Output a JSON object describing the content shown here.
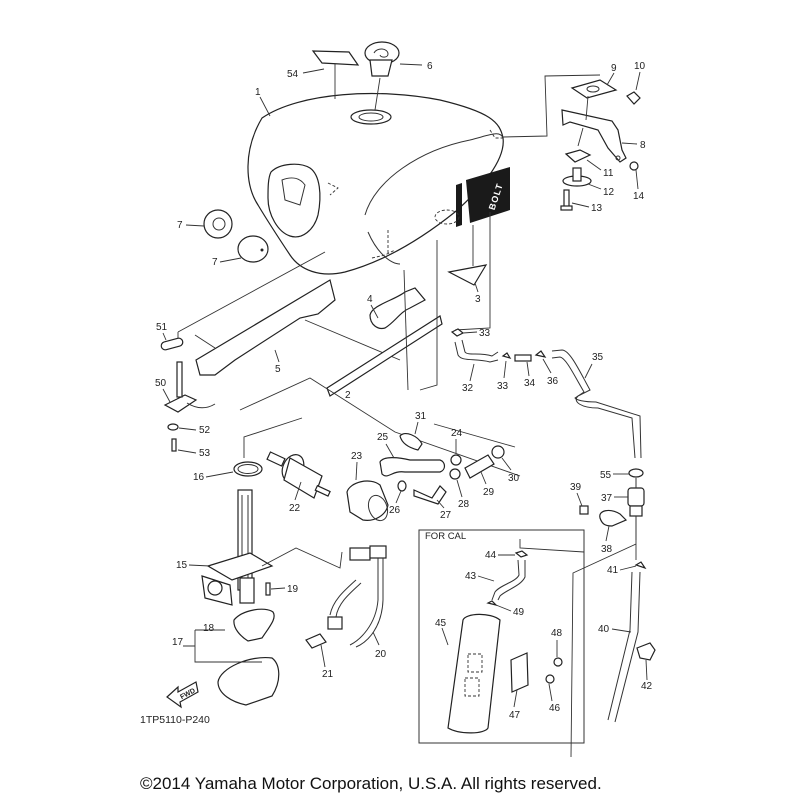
{
  "diagram": {
    "brand_logo_text": "BOLT",
    "fwd_marker": "FWD",
    "inset_title": "FOR CAL",
    "diagram_code": "1TP5110-P240",
    "copyright": "©2014 Yamaha Motor Corporation, U.S.A. All rights reserved."
  },
  "callouts": {
    "c1": "1",
    "c2": "2",
    "c3": "3",
    "c4": "4",
    "c5": "5",
    "c6": "6",
    "c7a": "7",
    "c7b": "7",
    "c8": "8",
    "c9": "9",
    "c10": "10",
    "c11": "11",
    "c12": "12",
    "c13": "13",
    "c14": "14",
    "c15": "15",
    "c16": "16",
    "c17": "17",
    "c18": "18",
    "c19": "19",
    "c20": "20",
    "c21": "21",
    "c22": "22",
    "c23": "23",
    "c24": "24",
    "c25": "25",
    "c26": "26",
    "c27": "27",
    "c28": "28",
    "c29": "29",
    "c30": "30",
    "c31": "31",
    "c32": "32",
    "c33a": "33",
    "c33b": "33",
    "c34": "34",
    "c35": "35",
    "c36": "36",
    "c37": "37",
    "c38": "38",
    "c39": "39",
    "c40": "40",
    "c41": "41",
    "c42": "42",
    "c43": "43",
    "c44": "44",
    "c45": "45",
    "c46": "46",
    "c47": "47",
    "c48": "48",
    "c49": "49",
    "c50": "50",
    "c51": "51",
    "c52": "52",
    "c53": "53",
    "c54": "54",
    "c55": "55"
  }
}
